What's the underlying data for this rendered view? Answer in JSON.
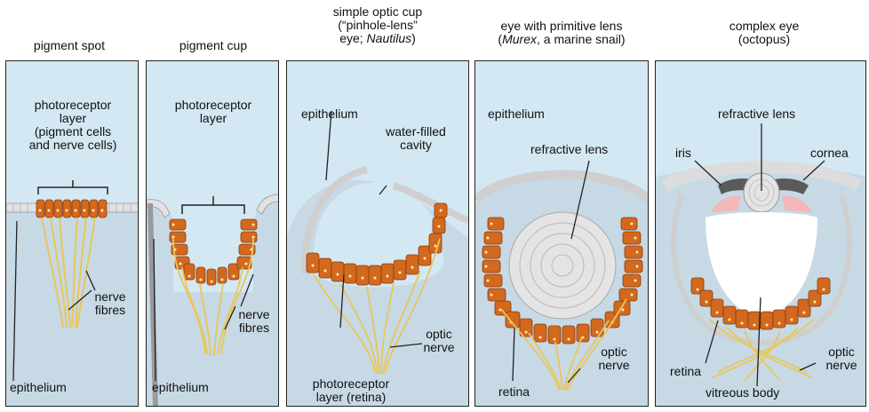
{
  "header_fragment": "",
  "panels": [
    {
      "title": "pigment spot",
      "labels": {
        "photoreceptor": "photoreceptor\nlayer\n(pigment cells\nand nerve cells)",
        "nerve": "nerve\nfibres",
        "epithelium": "epithelium"
      }
    },
    {
      "title": "pigment cup",
      "labels": {
        "photoreceptor": "photoreceptor\nlayer",
        "nerve": "nerve\nfibres",
        "epithelium": "epithelium"
      }
    },
    {
      "title_lines": [
        "simple optic cup",
        "(“pinhole-lens”",
        "eye; "
      ],
      "title_italic": "Nautilus",
      "title_end": ")",
      "labels": {
        "epithelium": "epithelium",
        "cavity": "water-filled\ncavity",
        "optic": "optic\nnerve",
        "retina": "photoreceptor\nlayer (retina)"
      }
    },
    {
      "title_line1": "eye with primitive lens",
      "title_open": "(",
      "title_italic": "Murex",
      "title_rest": ", a marine snail)",
      "labels": {
        "epithelium": "epithelium",
        "lens": "refractive lens",
        "optic": "optic\nnerve",
        "retina": "retina"
      }
    },
    {
      "title": "complex eye\n(octopus)",
      "labels": {
        "lens": "refractive lens",
        "iris": "iris",
        "cornea": "cornea",
        "retina": "retina",
        "optic": "optic\nnerve",
        "vitreous": "vitreous body"
      }
    }
  ],
  "colors": {
    "water": "#d3e8f3",
    "tissue": "#c7d9e5",
    "receptor": "#d2691e",
    "receptor_edge": "#8a3a0c",
    "pigment_dot": "#ffe9a8",
    "nerve": "#e8c75a",
    "nerve_light": "#f6e7a6",
    "lens": "#e4e4e4",
    "lens_ring": "#b8b8b8",
    "epithelium": "#cfcfcf"
  }
}
